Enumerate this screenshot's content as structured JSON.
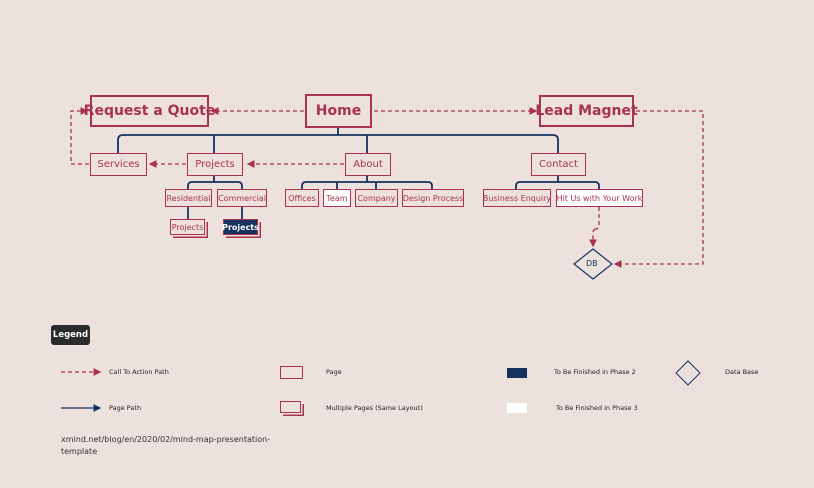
{
  "colors": {
    "background": "#ede1de",
    "accent": "#a8324f",
    "navy": "#16325f",
    "white": "#ffffff"
  },
  "nodes": {
    "home": "Home",
    "request_quote": "Request a Quote",
    "lead_magnet": "Lead Magnet",
    "services": "Services",
    "projects": "Projects",
    "about": "About",
    "contact": "Contact",
    "residential": "Residential",
    "commercial": "Commercial",
    "projects_multi": "Projects",
    "projects_phase2": "Projects",
    "offices": "Offices",
    "team": "Team",
    "company": "Company",
    "design_process": "Design Process",
    "business_enquiry": "Business Enquiry",
    "hit_us": "Hit Us with Your Work",
    "db": "DB"
  },
  "legend": {
    "title": "Legend",
    "cta_path": "Call To Action Path",
    "page_path": "Page Path",
    "page": "Page",
    "multiple_pages": "Multiple Pages (Same Layout)",
    "phase2": "To Be Finished in Phase 2",
    "phase3": "To Be Finished in Phase 3",
    "database": "Data Base"
  },
  "footer": {
    "source": "xmind.net/blog/en/2020/02/mind-map-presentation-template"
  }
}
